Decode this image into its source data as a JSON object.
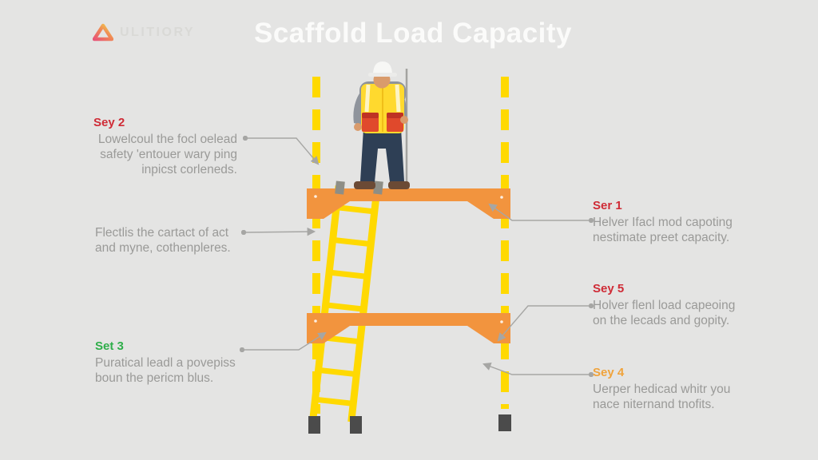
{
  "theme": {
    "bg": "#e4e4e3",
    "title": "#fbfbfa",
    "logo": "#d9d9d6",
    "bodytext": "#9a9a98",
    "red": "#cf2b36",
    "green": "#2fae4a",
    "orange": "#f0a33b",
    "platform": "#f2943e",
    "yellow": "#ffd900",
    "leader": "#a6a6a4",
    "feet": "#4b4b4b",
    "vest": "#ffd92e",
    "pants": "#2e3f55",
    "skin": "#d99b6c",
    "helmet": "#f7f7f5",
    "shirt": "#8f949c",
    "shoe": "#6b4a35",
    "patch": "#e0492c"
  },
  "header": {
    "brand": "ULITIORY",
    "title": "Scaffold Load Capacity",
    "logo_icon": "triangle-logo"
  },
  "callouts": {
    "step2": {
      "label": "Sey 2",
      "color": "#cf2b36",
      "text": "Lowelcoul the focl oelead\nsafety 'entouer wary ping\ninpicst corleneds."
    },
    "noteLeft": {
      "text": "Flectlis the cartact of act\nand myne, cothenpleres."
    },
    "step3": {
      "label": "Set 3",
      "color": "#2fae4a",
      "text": "Puratical leadl a povepiss\nboun the pericm blus."
    },
    "step1": {
      "label": "Ser 1",
      "color": "#cf2b36",
      "text": "Helver Ifacl mod capoting\nnestimate preet capacity."
    },
    "step5": {
      "label": "Sey 5",
      "color": "#cf2b36",
      "text": "Holver flenl load capeoing\non the lecads and gopity."
    },
    "step4": {
      "label": "Sey 4",
      "color": "#f0a33b",
      "text": "Uerper hedicad whitr you\nnace niternand tnofits."
    }
  },
  "diagram": {
    "subject": "construction-worker-on-scaffold",
    "elements": [
      "left-post",
      "right-post",
      "upper-platform",
      "lower-platform",
      "ladder",
      "worker-figure",
      "measuring-pole"
    ]
  }
}
